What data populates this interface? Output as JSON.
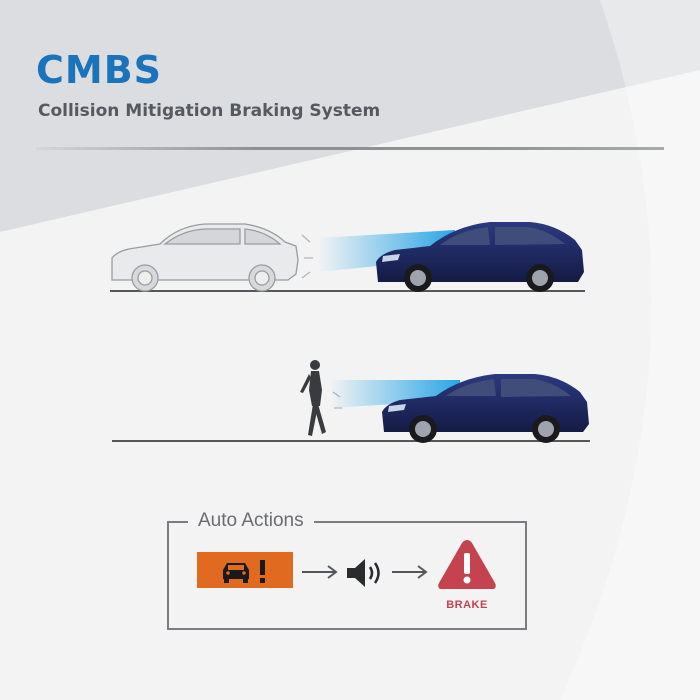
{
  "header": {
    "title": "CMBS",
    "subtitle": "Collision Mitigation Braking System"
  },
  "scenes": [
    {
      "description_id": "vehicle-ahead",
      "object": "vehicle"
    },
    {
      "description_id": "pedestrian-ahead",
      "object": "pedestrian"
    }
  ],
  "auto_actions": {
    "label": "Auto Actions",
    "steps": [
      {
        "icon": "car-warning-icon"
      },
      {
        "icon": "speaker-icon"
      },
      {
        "icon": "brake-warning-icon",
        "label": "BRAKE"
      }
    ]
  },
  "colors": {
    "accent": "#1a73bb",
    "car_body": "#1e2a66",
    "beam": "#2aa5e6",
    "warning_orange": "#e06a20",
    "brake_red": "#c5424f"
  }
}
